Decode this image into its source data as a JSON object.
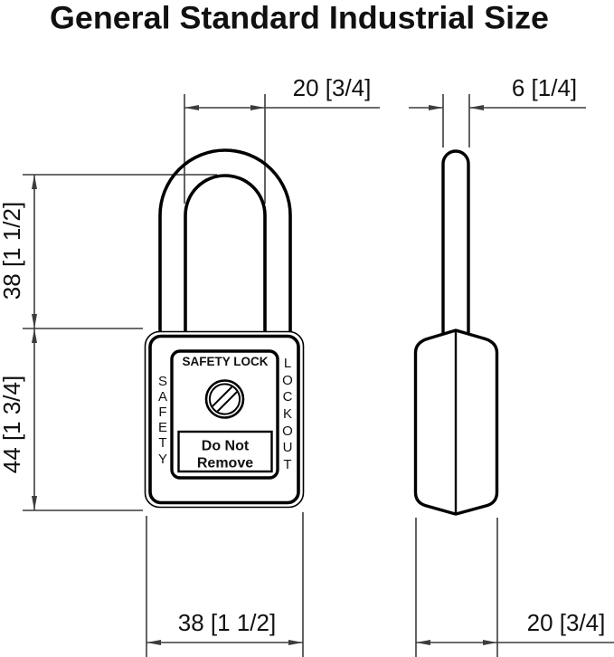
{
  "title": "General Standard Industrial Size",
  "colors": {
    "object_line": "#000000",
    "dimension_line": "#3c3c3c",
    "text": "#111111",
    "background": "#ffffff"
  },
  "front_view": {
    "plate_heading": "SAFETY LOCK",
    "keyhole_icon": "key-cylinder",
    "warning_box": {
      "line1": "Do Not",
      "line2": "Remove"
    },
    "left_vertical_word": [
      "S",
      "A",
      "F",
      "E",
      "T",
      "Y"
    ],
    "right_vertical_word": [
      "L",
      "O",
      "C",
      "K",
      "O",
      "U",
      "T"
    ]
  },
  "dimensions": {
    "shackle_inner_width": "20 [3/4]",
    "shackle_diameter": "6 [1/4]",
    "shackle_height": "38 [1 1/2]",
    "body_height": "44 [1 3/4]",
    "body_width": "38 [1 1/2]",
    "body_depth": "20 [3/4]"
  }
}
